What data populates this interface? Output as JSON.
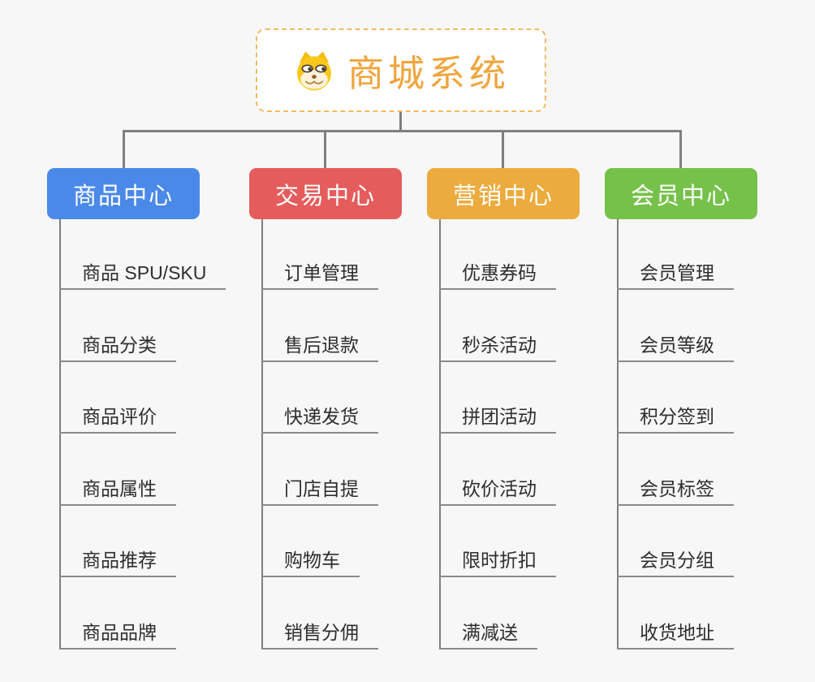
{
  "root": {
    "title": "商城系统",
    "icon": "dog-face-icon"
  },
  "colors": {
    "background": "#f7f7f7",
    "connector": "#7f7f7f",
    "leaf-line": "#8a8a8a",
    "leaf-text": "#2e2e2e",
    "root-title": "#f0a53c",
    "root-border": "#f5ba62",
    "branch-text": "#ffffff"
  },
  "branches": [
    {
      "label": "商品中心",
      "color": "#4a89e8",
      "items": [
        "商品 SPU/SKU",
        "商品分类",
        "商品评价",
        "商品属性",
        "商品推荐",
        "商品品牌"
      ]
    },
    {
      "label": "交易中心",
      "color": "#e45c5c",
      "items": [
        "订单管理",
        "售后退款",
        "快递发货",
        "门店自提",
        "购物车",
        "销售分佣"
      ]
    },
    {
      "label": "营销中心",
      "color": "#ecab3e",
      "items": [
        "优惠券码",
        "秒杀活动",
        "拼团活动",
        "砍价活动",
        "限时折扣",
        "满减送"
      ]
    },
    {
      "label": "会员中心",
      "color": "#76c14a",
      "items": [
        "会员管理",
        "会员等级",
        "积分签到",
        "会员标签",
        "会员分组",
        "收货地址"
      ]
    }
  ]
}
